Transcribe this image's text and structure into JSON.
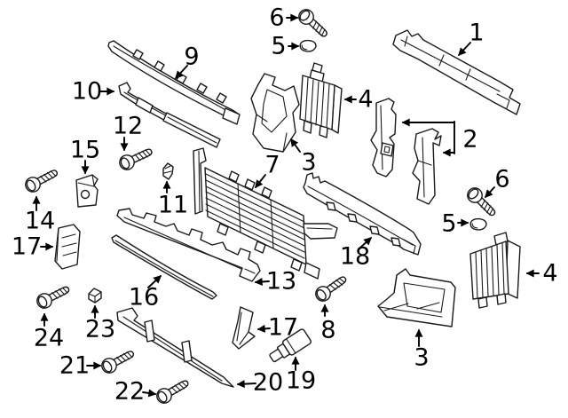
{
  "figure": {
    "background_color": "#ffffff",
    "line_color": "#000000",
    "callout_labels": [
      "1",
      "2",
      "3",
      "3",
      "4",
      "4",
      "5",
      "5",
      "6",
      "6",
      "7",
      "8",
      "9",
      "10",
      "11",
      "12",
      "13",
      "14",
      "15",
      "16",
      "17",
      "17",
      "18",
      "19",
      "20",
      "21",
      "22",
      "23",
      "24"
    ]
  }
}
